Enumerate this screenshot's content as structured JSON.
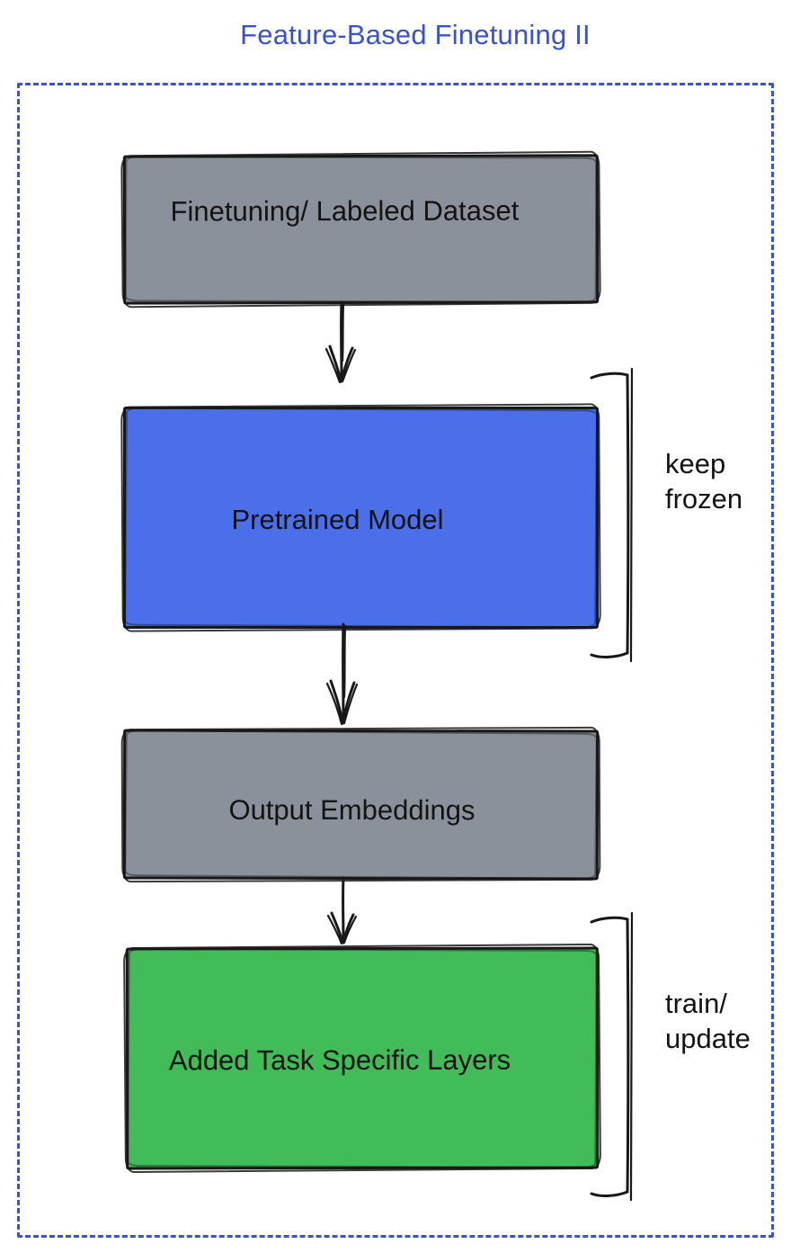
{
  "diagram": {
    "title": "Feature-Based Finetuning II",
    "colors": {
      "title_blue": "#3b51c9",
      "frame_blue": "#3d52c6",
      "node_gray": "#8b919b",
      "node_blue": "#4b6feb",
      "node_green": "#42bc58",
      "ink": "#181818"
    },
    "nodes": [
      {
        "id": "finetuning-dataset",
        "label": "Finetuning/ Labeled Dataset",
        "fill": "gray"
      },
      {
        "id": "pretrained-model",
        "label": "Pretrained Model",
        "fill": "blue"
      },
      {
        "id": "output-embeddings",
        "label": "Output Embeddings",
        "fill": "gray"
      },
      {
        "id": "task-specific-layers",
        "label": "Added Task Specific Layers",
        "fill": "green"
      }
    ],
    "annotations": [
      {
        "id": "keep-frozen",
        "label": "keep\nfrozen",
        "target": "pretrained-model"
      },
      {
        "id": "train-update",
        "label": "train/\nupdate",
        "target": "task-specific-layers"
      }
    ]
  }
}
